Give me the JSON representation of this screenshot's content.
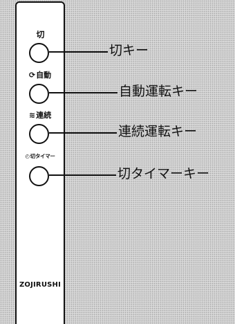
{
  "remote": {
    "buttons": [
      {
        "symbol": "",
        "label": "切",
        "callout": "切キー"
      },
      {
        "symbol": "⟳",
        "label": "自動",
        "callout": "自動運転キー"
      },
      {
        "symbol": "≋",
        "label": "連続",
        "callout": "連続運転キー"
      },
      {
        "symbol": "◴",
        "label": "切タイマー",
        "callout": "切タイマーキー"
      }
    ],
    "brand": "ZOJIRUSHI"
  }
}
